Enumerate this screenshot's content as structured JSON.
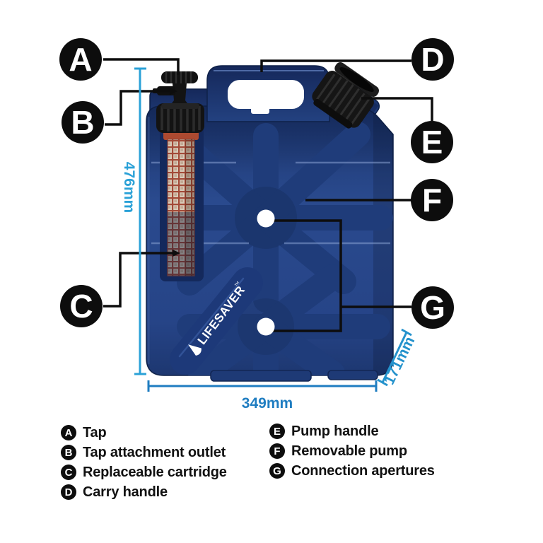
{
  "product": {
    "logo_text": "LIFESAVER",
    "trademark": "™"
  },
  "dimensions": {
    "height": "476mm",
    "width": "349mm",
    "depth": "171mm"
  },
  "parts": [
    {
      "letter": "A",
      "name": "Tap"
    },
    {
      "letter": "B",
      "name": "Tap attachment outlet"
    },
    {
      "letter": "C",
      "name": "Replaceable cartridge"
    },
    {
      "letter": "D",
      "name": "Carry handle"
    },
    {
      "letter": "E",
      "name": "Pump handle"
    },
    {
      "letter": "F",
      "name": "Removable pump"
    },
    {
      "letter": "G",
      "name": "Connection apertures"
    }
  ],
  "colors": {
    "body_blue": "#2a4a8e",
    "body_dark": "#16295c",
    "spoke_blue": "#1f3c7a",
    "accent_cyan": "#2aa1d7",
    "width_label_blue": "#1f7dc1",
    "callout_black": "#0d0d0d",
    "cartridge_red": "#ad4a30",
    "cartridge_mesh": "#9c4838",
    "logo_white": "#ffffff"
  }
}
